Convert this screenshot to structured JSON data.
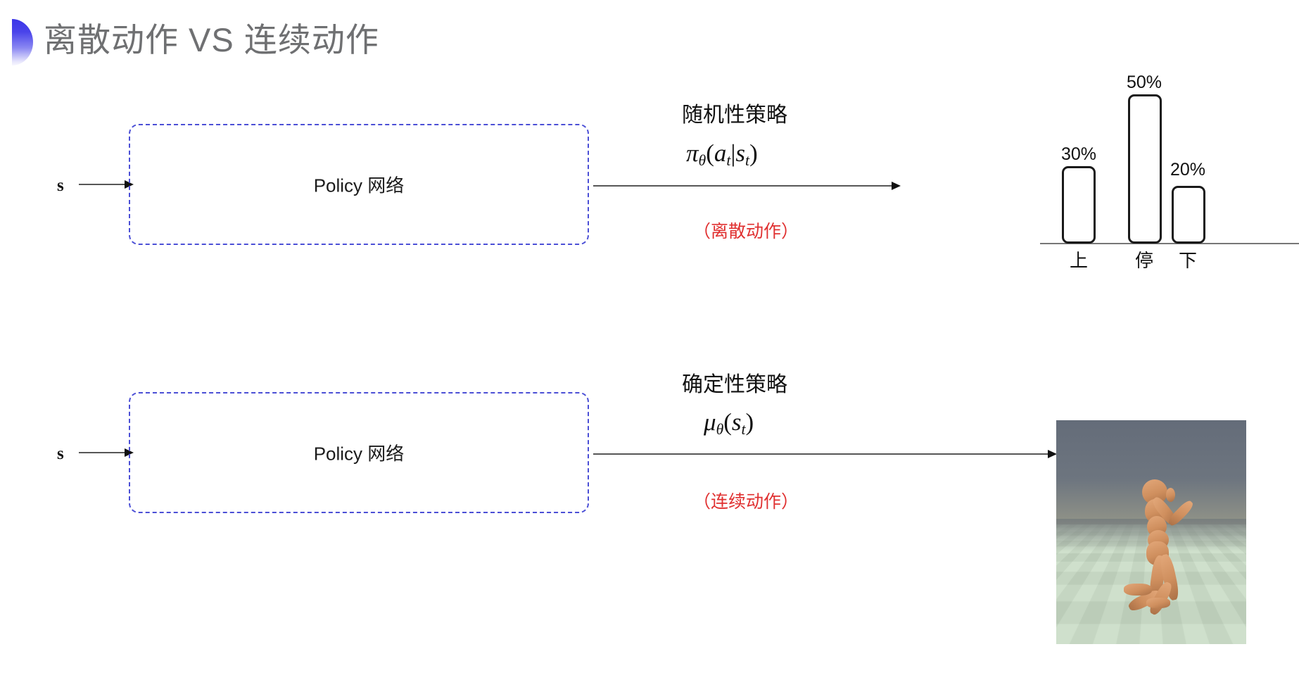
{
  "slide": {
    "title": "离散动作 VS 连续动作",
    "bullet_icon": "half-circle-bullet-icon",
    "title_color": "#6f7072",
    "accent_color": "#3b35e8",
    "dashed_box_color": "#4b4fd6",
    "note_color": "#e03030",
    "background": "#ffffff"
  },
  "rows": [
    {
      "id": "discrete",
      "input_label": "s",
      "box_label": "Policy 网络",
      "policy_kind": "随机性策略",
      "policy_formula_plain": "π_θ(a_t|s_t)",
      "policy_formula_parts": {
        "head": "π",
        "head_sub": "θ",
        "open": "(",
        "arg1": "a",
        "arg1_sub": "t",
        "bar": "|",
        "arg2": "s",
        "arg2_sub": "t",
        "close": ")"
      },
      "action_note": "（离散动作）",
      "output_type": "bar-chart"
    },
    {
      "id": "continuous",
      "input_label": "s",
      "box_label": "Policy 网络",
      "policy_kind": "确定性策略",
      "policy_formula_plain": "μ_θ(s_t)",
      "policy_formula_parts": {
        "head": "μ",
        "head_sub": "θ",
        "open": "(",
        "arg1": "s",
        "arg1_sub": "t",
        "close": ")"
      },
      "action_note": "（连续动作）",
      "output_type": "humanoid-simulation-image",
      "image_caption": "MuJoCo humanoid on checkerboard floor"
    }
  ],
  "chart_data": {
    "type": "bar",
    "title": "",
    "categories": [
      "上",
      "停",
      "下"
    ],
    "values": [
      30,
      50,
      20
    ],
    "value_labels": [
      "30%",
      "50%",
      "20%"
    ],
    "xlabel": "",
    "ylabel": "",
    "ylim": [
      0,
      60
    ],
    "grid": false,
    "legend": "none",
    "bar_style": {
      "fill": "#ffffff",
      "stroke": "#1a1a1a",
      "rounded": true
    }
  }
}
